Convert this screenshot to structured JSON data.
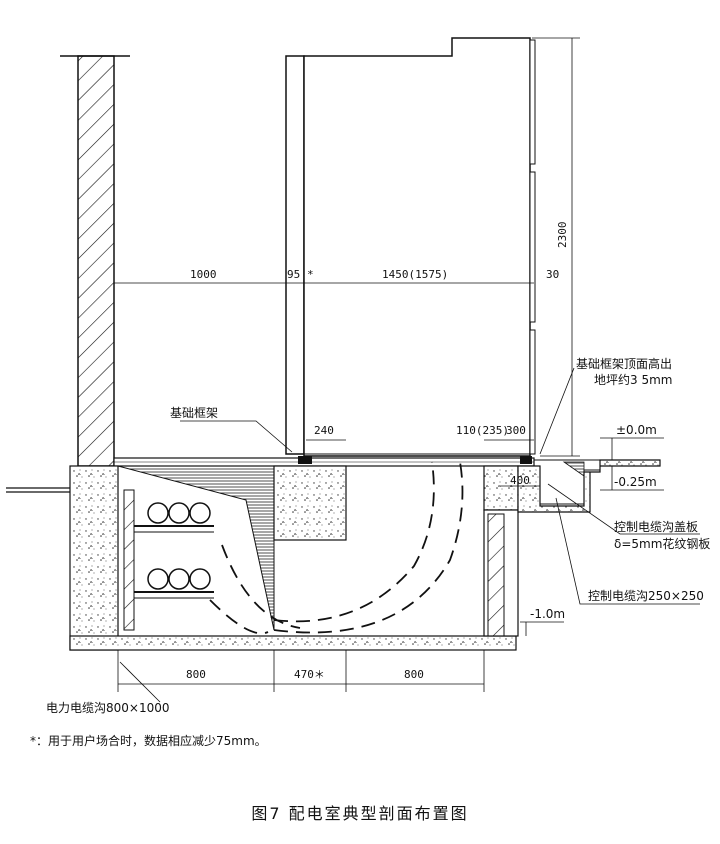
{
  "caption": "图7 配电室典型剖面布置图",
  "footnote": "*：用于用户场合时，数据相应减少75mm。",
  "dimensions": {
    "width_left": "1000",
    "width_frame": "95",
    "frame_star": "*",
    "width_cabinet": "1450(1575)",
    "width_gap": "30",
    "height_cabinet": "2300",
    "d240": "240",
    "d110": "110(235)",
    "d300": "300",
    "d400": "400",
    "bottom_800_left": "800",
    "bottom_470": "470＊",
    "bottom_800_right": "800"
  },
  "labels": {
    "base_frame": "基础框架",
    "base_frame_top_1": "基础框架顶面高出",
    "base_frame_top_2": "地坪约3 5mm",
    "level_0": "±0.0m",
    "level_025": "-0.25m",
    "cover_plate_1": "控制电缆沟盖板",
    "cover_plate_2": "δ=5mm花纹钢板",
    "control_trench": "控制电缆沟250×250",
    "level_10": "-1.0m",
    "power_trench": "电力电缆沟800×1000"
  }
}
